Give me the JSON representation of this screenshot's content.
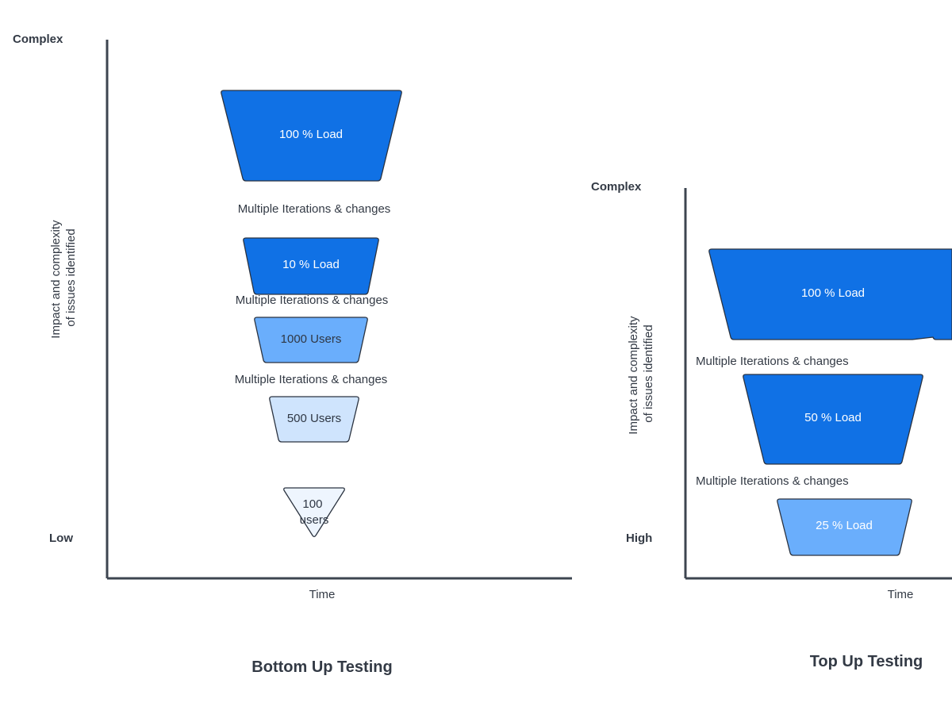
{
  "left_diagram": {
    "title": "Bottom Up Testing",
    "y_top_label": "Complex",
    "y_bottom_label": "Low",
    "y_axis_line1": "Impact and complexity",
    "y_axis_line2": "of issues identified",
    "x_axis_label": "Time",
    "shapes": {
      "load_100": "100 % Load",
      "load_10": "10 % Load",
      "users_1000": "1000 Users",
      "users_500": "500 Users",
      "users_100_line1": "100",
      "users_100_line2": "users"
    },
    "iterations": [
      "Multiple Iterations & changes",
      "Multiple Iterations & changes",
      "Multiple Iterations & changes"
    ]
  },
  "right_diagram": {
    "title": "Top Up Testing",
    "y_top_label": "Complex",
    "y_bottom_label": "High",
    "y_axis_line1": "Impact and complexity",
    "y_axis_line2": "of issues identified",
    "x_axis_label": "Time",
    "shapes": {
      "load_100": "100 % Load",
      "load_50": "50 % Load",
      "load_25": "25 % Load"
    },
    "iterations": [
      "Multiple Iterations & changes",
      "Multiple Iterations & changes"
    ]
  },
  "colors": {
    "dark_blue": "#1071e5",
    "medium_blue": "#6aaefc",
    "light_blue": "#cfe4fd",
    "pale_blue": "#eef5fe",
    "axis": "#3d4550",
    "text": "#333a45"
  }
}
